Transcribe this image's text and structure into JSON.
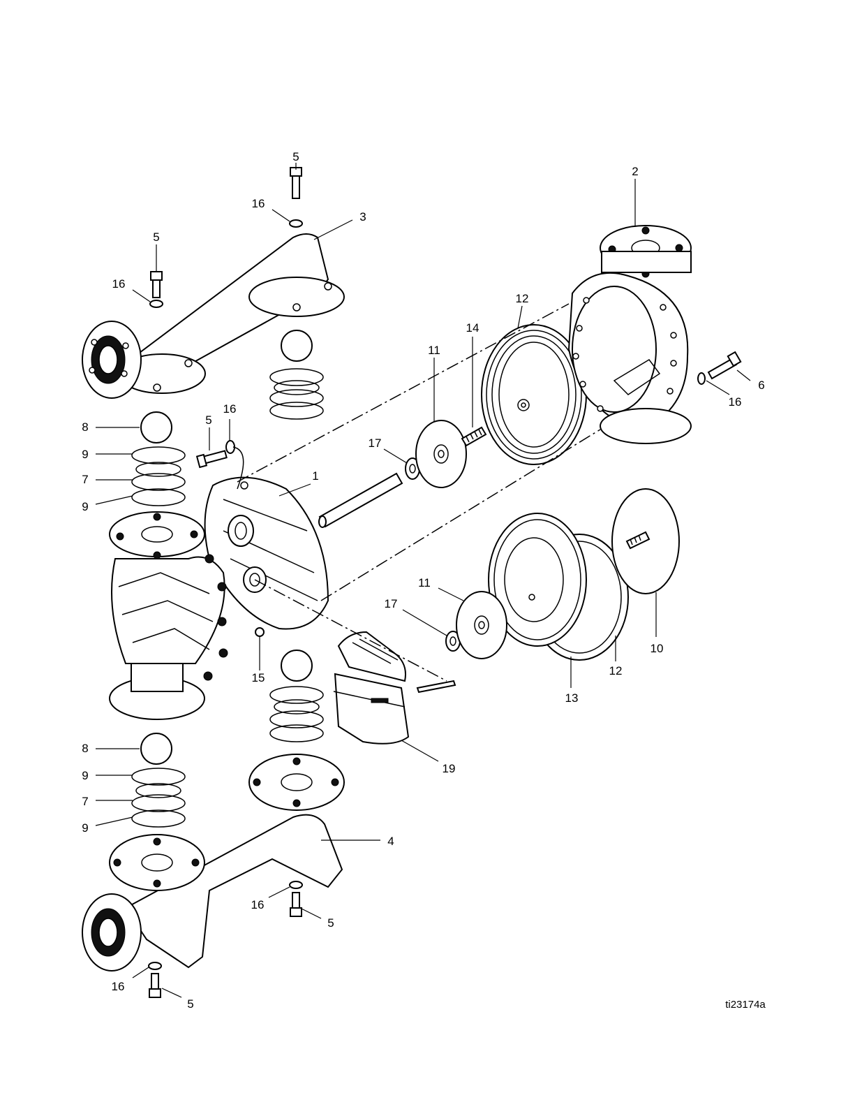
{
  "callouts": [
    {
      "id": "c5-top",
      "text": "5"
    },
    {
      "id": "c16-top",
      "text": "16"
    },
    {
      "id": "c3",
      "text": "3"
    },
    {
      "id": "c5-left",
      "text": "5"
    },
    {
      "id": "c16-left",
      "text": "16"
    },
    {
      "id": "c2",
      "text": "2"
    },
    {
      "id": "c12-top",
      "text": "12"
    },
    {
      "id": "c14",
      "text": "14"
    },
    {
      "id": "c11-top",
      "text": "11"
    },
    {
      "id": "c6",
      "text": "6"
    },
    {
      "id": "c16-right",
      "text": "16"
    },
    {
      "id": "c8-upper",
      "text": "8"
    },
    {
      "id": "c5-mid",
      "text": "5"
    },
    {
      "id": "c16-mid",
      "text": "16"
    },
    {
      "id": "c9-a",
      "text": "9"
    },
    {
      "id": "c7-upper",
      "text": "7"
    },
    {
      "id": "c9-b",
      "text": "9"
    },
    {
      "id": "c17-top",
      "text": "17"
    },
    {
      "id": "c1",
      "text": "1"
    },
    {
      "id": "c11-bottom",
      "text": "11"
    },
    {
      "id": "c17-bottom",
      "text": "17"
    },
    {
      "id": "c10",
      "text": "10"
    },
    {
      "id": "c12-bottom",
      "text": "12"
    },
    {
      "id": "c13",
      "text": "13"
    },
    {
      "id": "c15",
      "text": "15"
    },
    {
      "id": "c19",
      "text": "19"
    },
    {
      "id": "c8-lower",
      "text": "8"
    },
    {
      "id": "c9-c",
      "text": "9"
    },
    {
      "id": "c7-lower",
      "text": "7"
    },
    {
      "id": "c9-d",
      "text": "9"
    },
    {
      "id": "c4",
      "text": "4"
    },
    {
      "id": "c16-bottom-mid",
      "text": "16"
    },
    {
      "id": "c5-bottom-mid",
      "text": "5"
    },
    {
      "id": "c16-bottom-left",
      "text": "16"
    },
    {
      "id": "c5-bottom-left",
      "text": "5"
    }
  ],
  "figure_id": "ti23174a"
}
